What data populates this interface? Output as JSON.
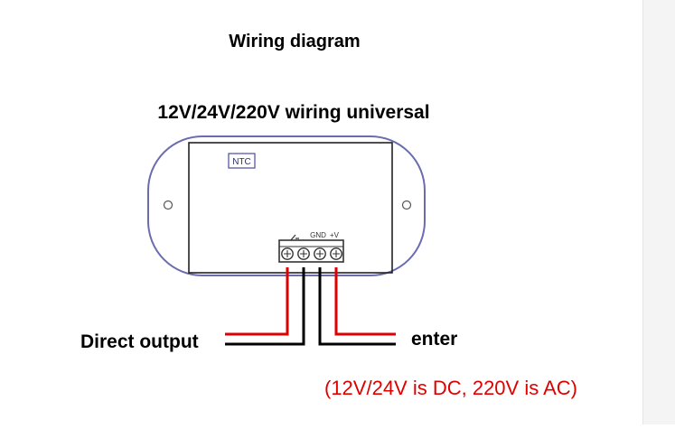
{
  "title": "Wiring diagram",
  "subtitle": "12V/24V/220V wiring universal",
  "device": {
    "ntc_label": "NTC",
    "terminal_labels": {
      "gnd": "GND",
      "vplus": "+V"
    }
  },
  "labels": {
    "left": "Direct output",
    "right": "enter",
    "note": "(12V/24V is DC, 220V is AC)"
  },
  "colors": {
    "text": "#000000",
    "note": "#e00000",
    "red_wire": "#e00000",
    "black_wire": "#000000",
    "device_outline": "#6b6bb0"
  },
  "icons": {
    "relay_contact": "switch-contact-icon",
    "mount_hole": "mount-hole-icon",
    "terminal_screw": "terminal-screw-icon"
  }
}
